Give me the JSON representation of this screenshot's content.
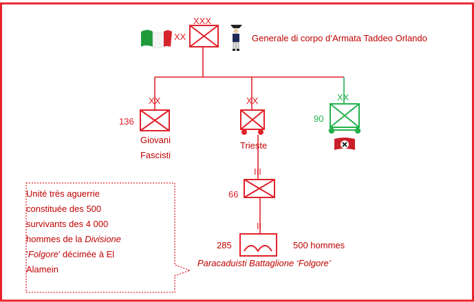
{
  "corps": {
    "echelon": "XXX",
    "side_echelon": "XX",
    "commander": "Generale di corpo d’Armata Taddeo Orlando"
  },
  "divisions": [
    {
      "echelon": "XX",
      "number": "136",
      "name_line1": "Giovani",
      "name_line2": "Fascisti",
      "color": "#e0202a"
    },
    {
      "echelon": "XX",
      "number": "",
      "name_line1": "Trieste",
      "name_line2": "",
      "color": "#e0202a",
      "type": "motorized"
    },
    {
      "echelon": "XX",
      "number": "90",
      "name_line1": "",
      "name_line2": "",
      "color": "#22b14c",
      "type": "motorized",
      "flag": "german-swastika-flag-icon"
    }
  ],
  "regiment": {
    "echelon": "III",
    "number": "66"
  },
  "battalion": {
    "echelon": "II",
    "number": "285",
    "strength": "500 hommes",
    "name": "Paracaduisti Battaglione ‘Folgore’",
    "type": "parachute"
  },
  "callout": {
    "line1": "Unité très aguerrie",
    "line2": "constituée des 500",
    "line3": "survivants des 4 000",
    "line4_pre": "hommes de la ",
    "line4_ital": "Divisione",
    "line5_pre": "‘",
    "line5_ital": "Folgore",
    "line5_post": "’ décimée à El",
    "line6": "Alamein"
  },
  "colors": {
    "italian": "#e0202a",
    "german": "#22b14c",
    "frame": "#e8232b"
  }
}
